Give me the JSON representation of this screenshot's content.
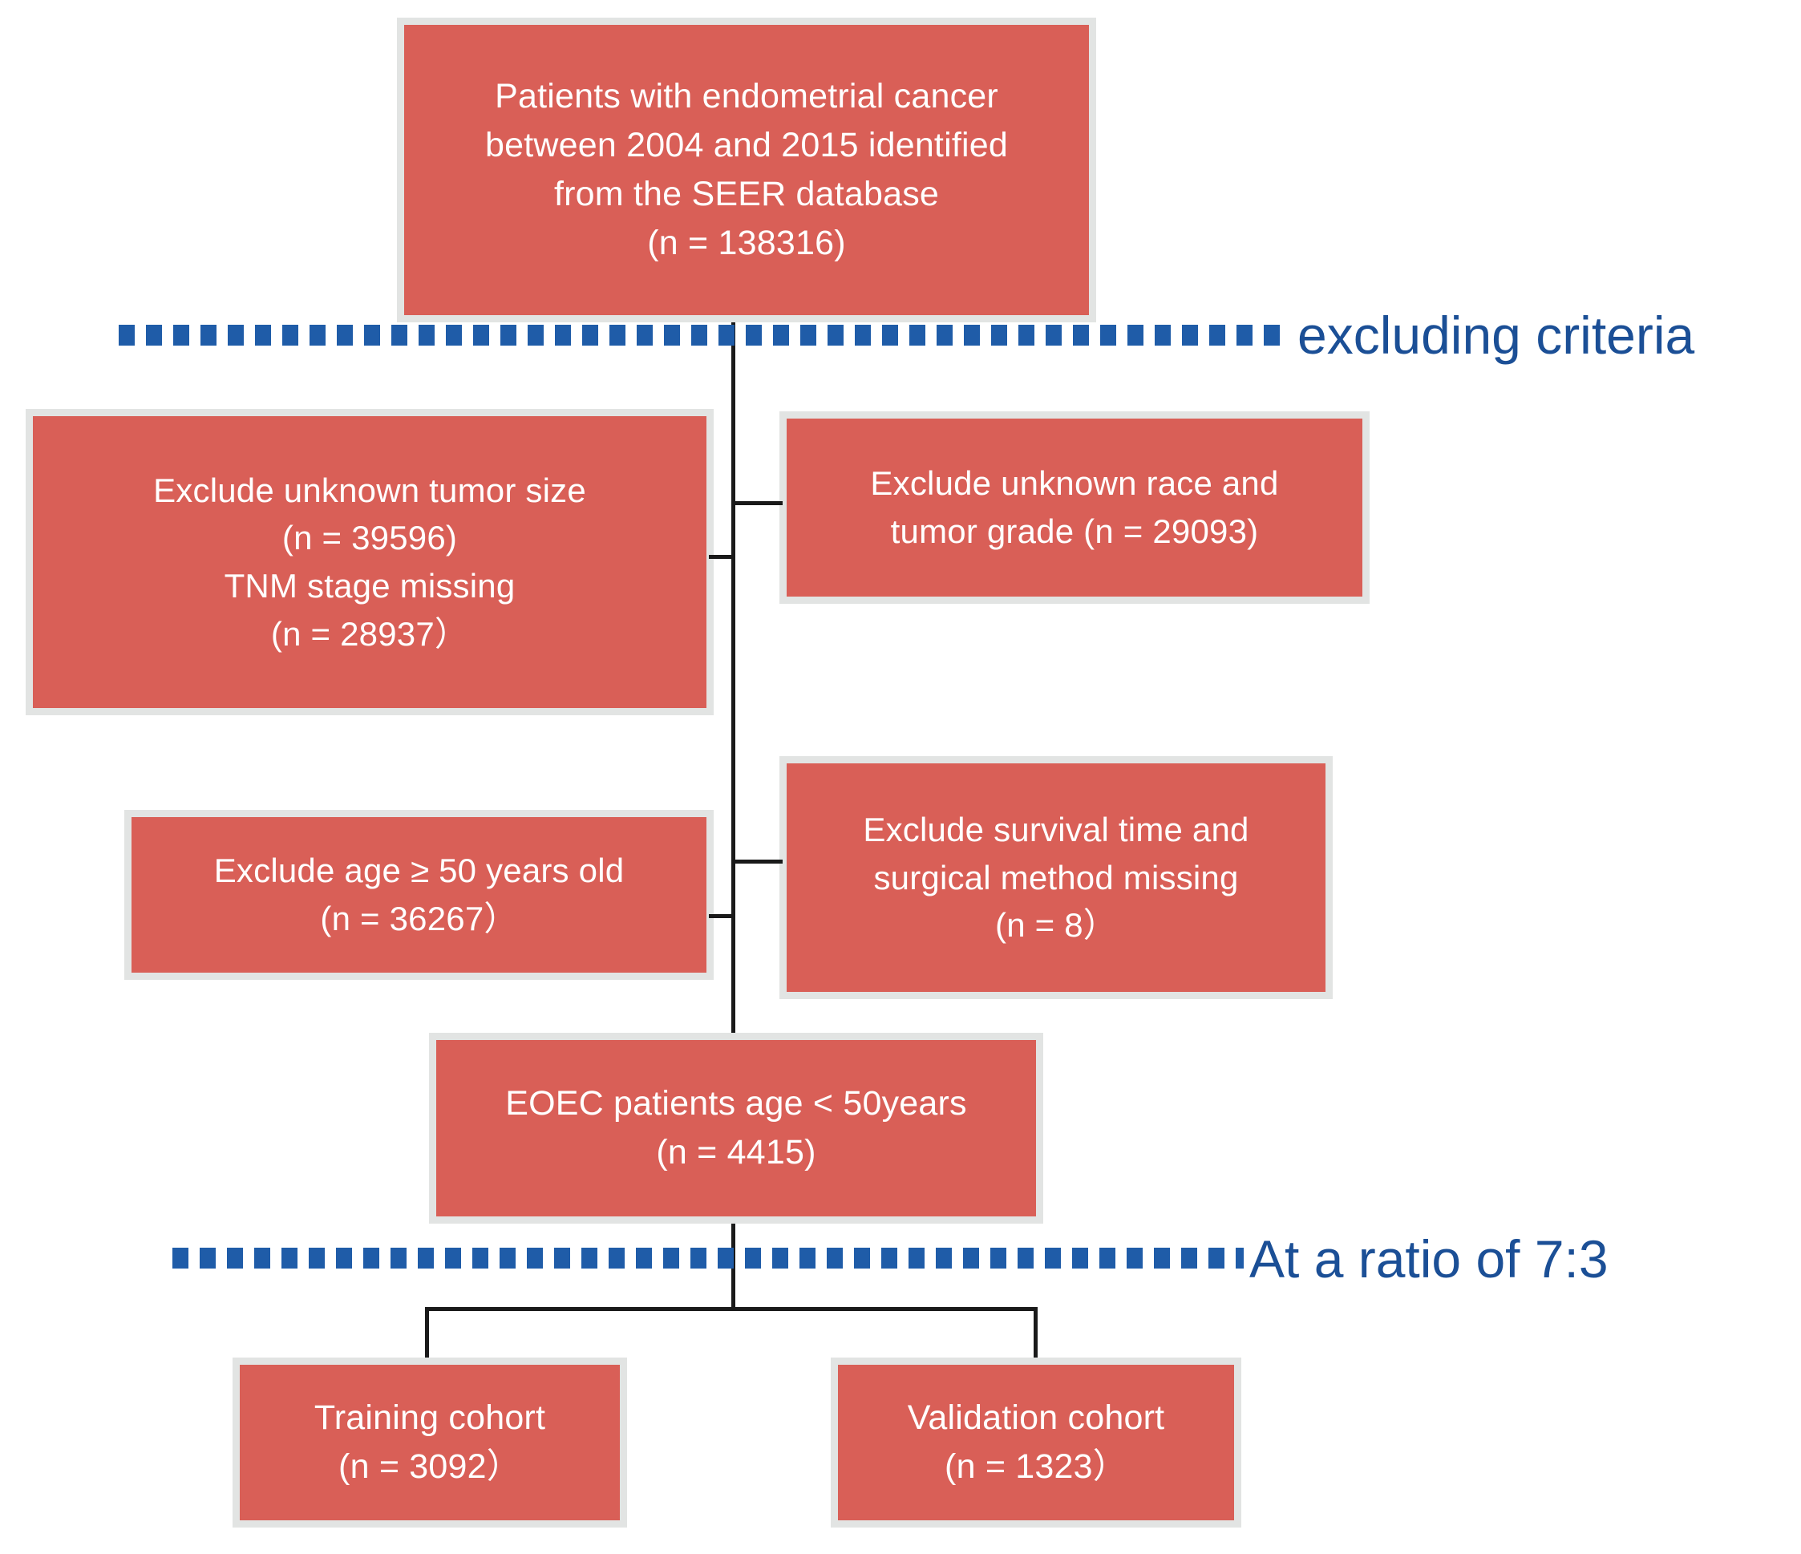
{
  "diagram": {
    "title": "Patient selection flowchart",
    "colors": {
      "box_fill": "#d95f57",
      "box_border": "#e2e4e3",
      "box_text": "#ffffff",
      "connector": "#1a1a1a",
      "accent_blue": "#1b4f96",
      "background": "#ffffff"
    },
    "nodes": {
      "source": {
        "lines": [
          "Patients with endometrial cancer",
          "between 2004 and 2015 identified",
          "from the SEER database",
          "(n = 138316)"
        ]
      },
      "exclude_tumor_size": {
        "lines": [
          "Exclude unknown tumor size",
          "(n = 39596)",
          "TNM stage missing",
          "(n = 28937）"
        ]
      },
      "exclude_race_grade": {
        "lines": [
          "Exclude unknown race and",
          "tumor grade (n = 29093)"
        ]
      },
      "exclude_age": {
        "lines": [
          "Exclude age ≥ 50 years old",
          "(n = 36267）"
        ]
      },
      "exclude_survival_surgery": {
        "lines": [
          "Exclude survival time and",
          "surgical method missing",
          "(n = 8）"
        ]
      },
      "eligible": {
        "lines": [
          "EOEC patients age < 50years",
          "(n = 4415)"
        ]
      },
      "training_cohort": {
        "lines": [
          "Training cohort",
          "(n = 3092）"
        ]
      },
      "validation_cohort": {
        "lines": [
          "Validation cohort",
          "(n = 1323）"
        ]
      }
    },
    "separators": {
      "excluding_criteria_label": "excluding criteria",
      "split_ratio_label": "At a ratio of 7:3"
    }
  }
}
